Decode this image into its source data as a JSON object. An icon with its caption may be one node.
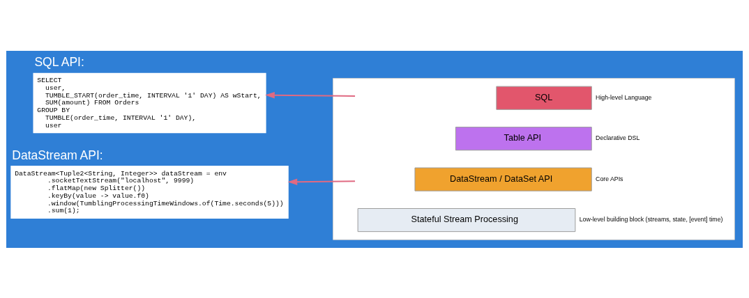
{
  "diagram": {
    "nodes": [
      {
        "text": [
          "SQL API:",
          "SELECT",
          "user,",
          "TUMBLE_START(order_time, INTERVAL '1' DAY) AS wStart,",
          "SUM(amount) FROM Orders",
          "GROUP BY",
          "TUMBLE(order_time, INTERVAL '1' DAY),",
          "user"
        ]
      },
      {
        "text": [
          "DataStream API:",
          "DataStream<Tuple2<String, Integer>> dataStream = env",
          ".socketTextStream(\"localhost\", 9999)",
          ".flatMap(new Splitter())",
          ".keyBy(value -> value.f0)",
          ".window(TumblingProcessingTimeWindows.of(Time.seconds(5)))",
          ".sum(1);"
        ]
      },
      {
        "text": [],
        "shape": "box"
      },
      {
        "text": [
          "SQL"
        ],
        "in": 2,
        "beside": [
          "High-level Language"
        ]
      },
      {
        "text": [
          "Table API"
        ],
        "in": 2,
        "beside": [
          "Declarative DSL"
        ]
      },
      {
        "text": [
          "DataStream / DataSet API"
        ],
        "in": 2,
        "beside": [
          "Core APIs"
        ]
      },
      {
        "text": [
          "Stateful Stream Processing"
        ],
        "in": 2,
        "beside": [
          "Low-level building block (streams, state, [event] time)"
        ]
      }
    ],
    "edges": [
      {
        "from": 3,
        "to": 0,
        "arrow": "to"
      },
      {
        "from": 5,
        "to": 1,
        "arrow": "to"
      }
    ]
  }
}
